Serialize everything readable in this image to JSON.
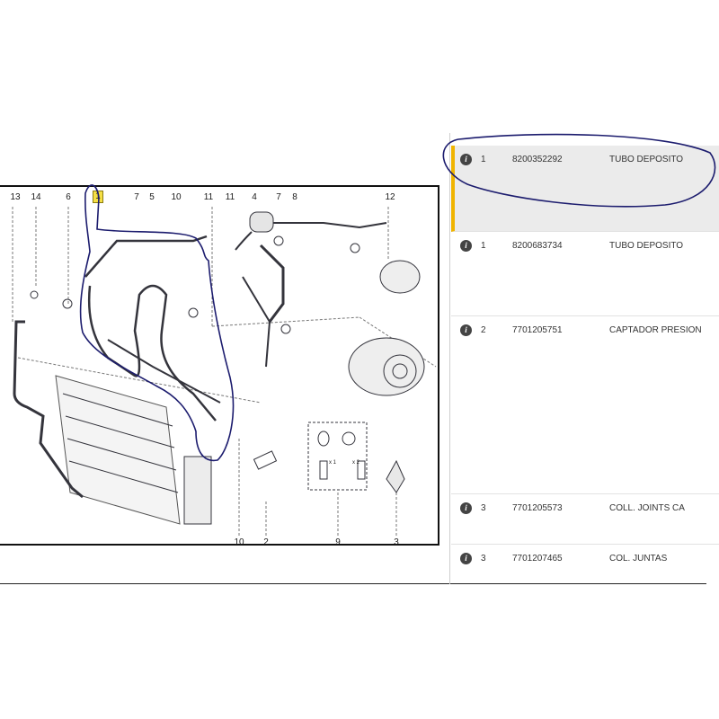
{
  "diagram": {
    "callouts": [
      "13",
      "14",
      "6",
      "1",
      "7",
      "5",
      "10",
      "11",
      "11",
      "4",
      "7",
      "8",
      "12",
      "10",
      "2",
      "9",
      "3"
    ],
    "kit_labels": [
      "x 1",
      "x 2"
    ]
  },
  "parts": [
    {
      "qty": "1",
      "ref": "8200352292",
      "desc": "TUBO DEPOSITO"
    },
    {
      "qty": "1",
      "ref": "8200683734",
      "desc": "TUBO DEPOSITO"
    },
    {
      "qty": "2",
      "ref": "7701205751",
      "desc": "CAPTADOR PRESION"
    },
    {
      "qty": "3",
      "ref": "7701205573",
      "desc": "COLL. JOINTS CA"
    },
    {
      "qty": "3",
      "ref": "7701207465",
      "desc": "COL. JUNTAS"
    }
  ],
  "info_icon": "info-icon",
  "colors": {
    "selected_marker": "#f0b400",
    "annotation": "#1c1c6e",
    "selected_row_bg": "#ebebeb"
  }
}
